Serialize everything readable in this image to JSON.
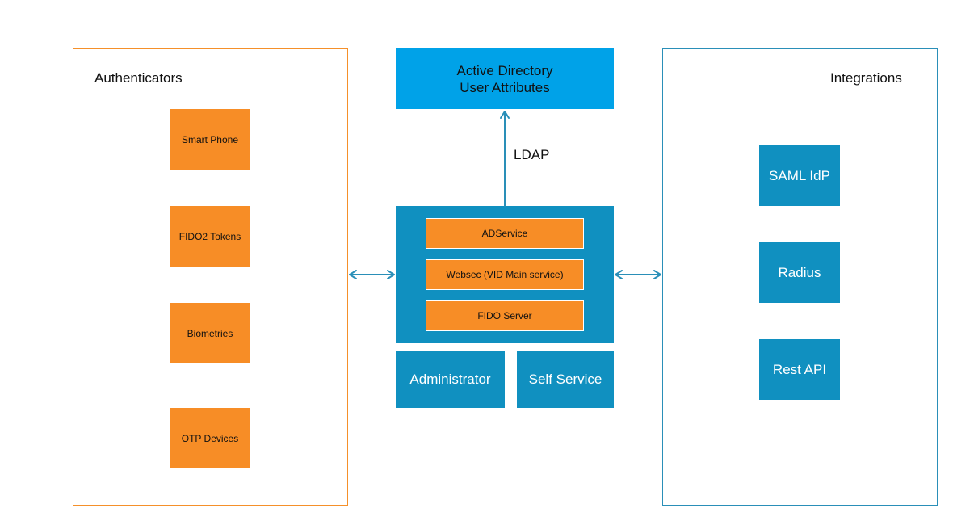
{
  "authenticators": {
    "title": "Authenticators",
    "items": [
      "Smart Phone",
      "FIDO2 Tokens",
      "Biometries",
      "OTP Devices"
    ]
  },
  "active_directory": {
    "line1": "Active Directory",
    "line2": "User Attributes"
  },
  "connection_label": "LDAP",
  "services": [
    "ADService",
    "Websec (VID Main service)",
    "FIDO Server"
  ],
  "portals": {
    "administrator": "Administrator",
    "self_service": "Self Service"
  },
  "integrations": {
    "title": "Integrations",
    "items": [
      "SAML IdP",
      "Radius",
      "Rest API"
    ]
  },
  "colors": {
    "orange": "#f78d26",
    "blue": "#1090c0",
    "light_blue": "#00a2e8",
    "auth_border": "#f5902a",
    "int_border": "#2a8fb8"
  }
}
